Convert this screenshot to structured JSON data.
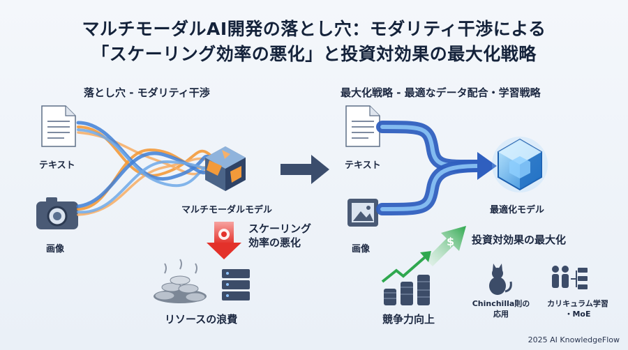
{
  "title": {
    "line1": "マルチモーダルAI開発の落とし穴：モダリティ干渉による",
    "line2": "「スケーリング効率の悪化」と投資対効果の最大化戦略"
  },
  "left": {
    "heading": "落とし穴 - モダリティ干渉",
    "text_label": "テキスト",
    "image_label": "画像",
    "model_label": "マルチモーダルモデル",
    "degrade_label_1": "スケーリング",
    "degrade_label_2": "効率の悪化",
    "waste_label": "リソースの浪費"
  },
  "right": {
    "heading": "最大化戦略 - 最適なデータ配合・学習戦略",
    "text_label": "テキスト",
    "image_label": "画像",
    "model_label": "最適化モデル",
    "roi_label": "投資対効果の最大化",
    "competitive_label": "競争力向上",
    "chinchilla_label_1": "Chinchilla則の",
    "chinchilla_label_2": "応用",
    "curriculum_label_1": "カリキュラム学習",
    "curriculum_label_2": "・MoE"
  },
  "footer": "2025 AI KnowledgeFlow",
  "colors": {
    "blue": "#3f7fd6",
    "orange": "#f39a3a",
    "red": "#e3312a",
    "green": "#2fa84f",
    "navy": "#2f4366"
  }
}
